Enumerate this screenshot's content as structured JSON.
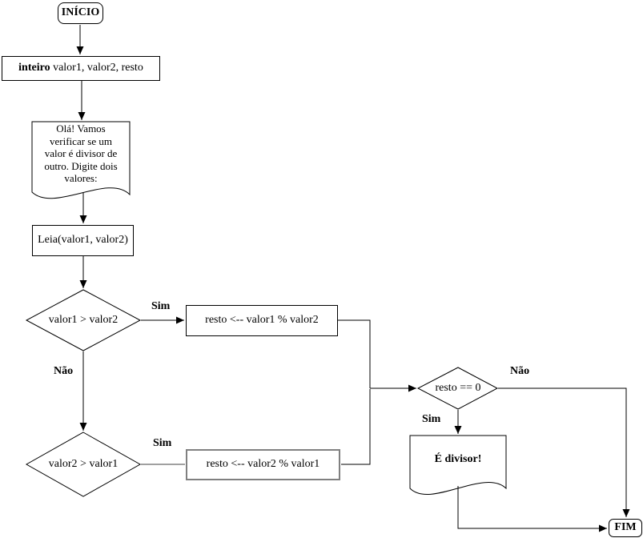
{
  "flowchart": {
    "start": {
      "label": "INÍCIO"
    },
    "declare": {
      "keyword": "inteiro",
      "args": " valor1, valor2, resto"
    },
    "intro": {
      "text": "Olá! Vamos\nverificar se um\nvalor é divisor de\noutro. Digite dois\nvalores:"
    },
    "read": {
      "label": "Leia(valor1, valor2)"
    },
    "decision1": {
      "label": "valor1 > valor2",
      "yes": "Sim",
      "no": "Não"
    },
    "process1": {
      "label": "resto <-- valor1 % valor2"
    },
    "decision2": {
      "label": "valor2 > valor1",
      "yes": "Sim"
    },
    "process2": {
      "label": "resto <-- valor2 % valor1"
    },
    "decision3": {
      "label": "resto == 0",
      "yes": "Sim",
      "no": "Não"
    },
    "result": {
      "text": "É divisor!"
    },
    "end": {
      "label": "FIM"
    }
  },
  "colors": {
    "stroke": "#000000",
    "selected_stroke": "#808080",
    "background": "#ffffff"
  }
}
